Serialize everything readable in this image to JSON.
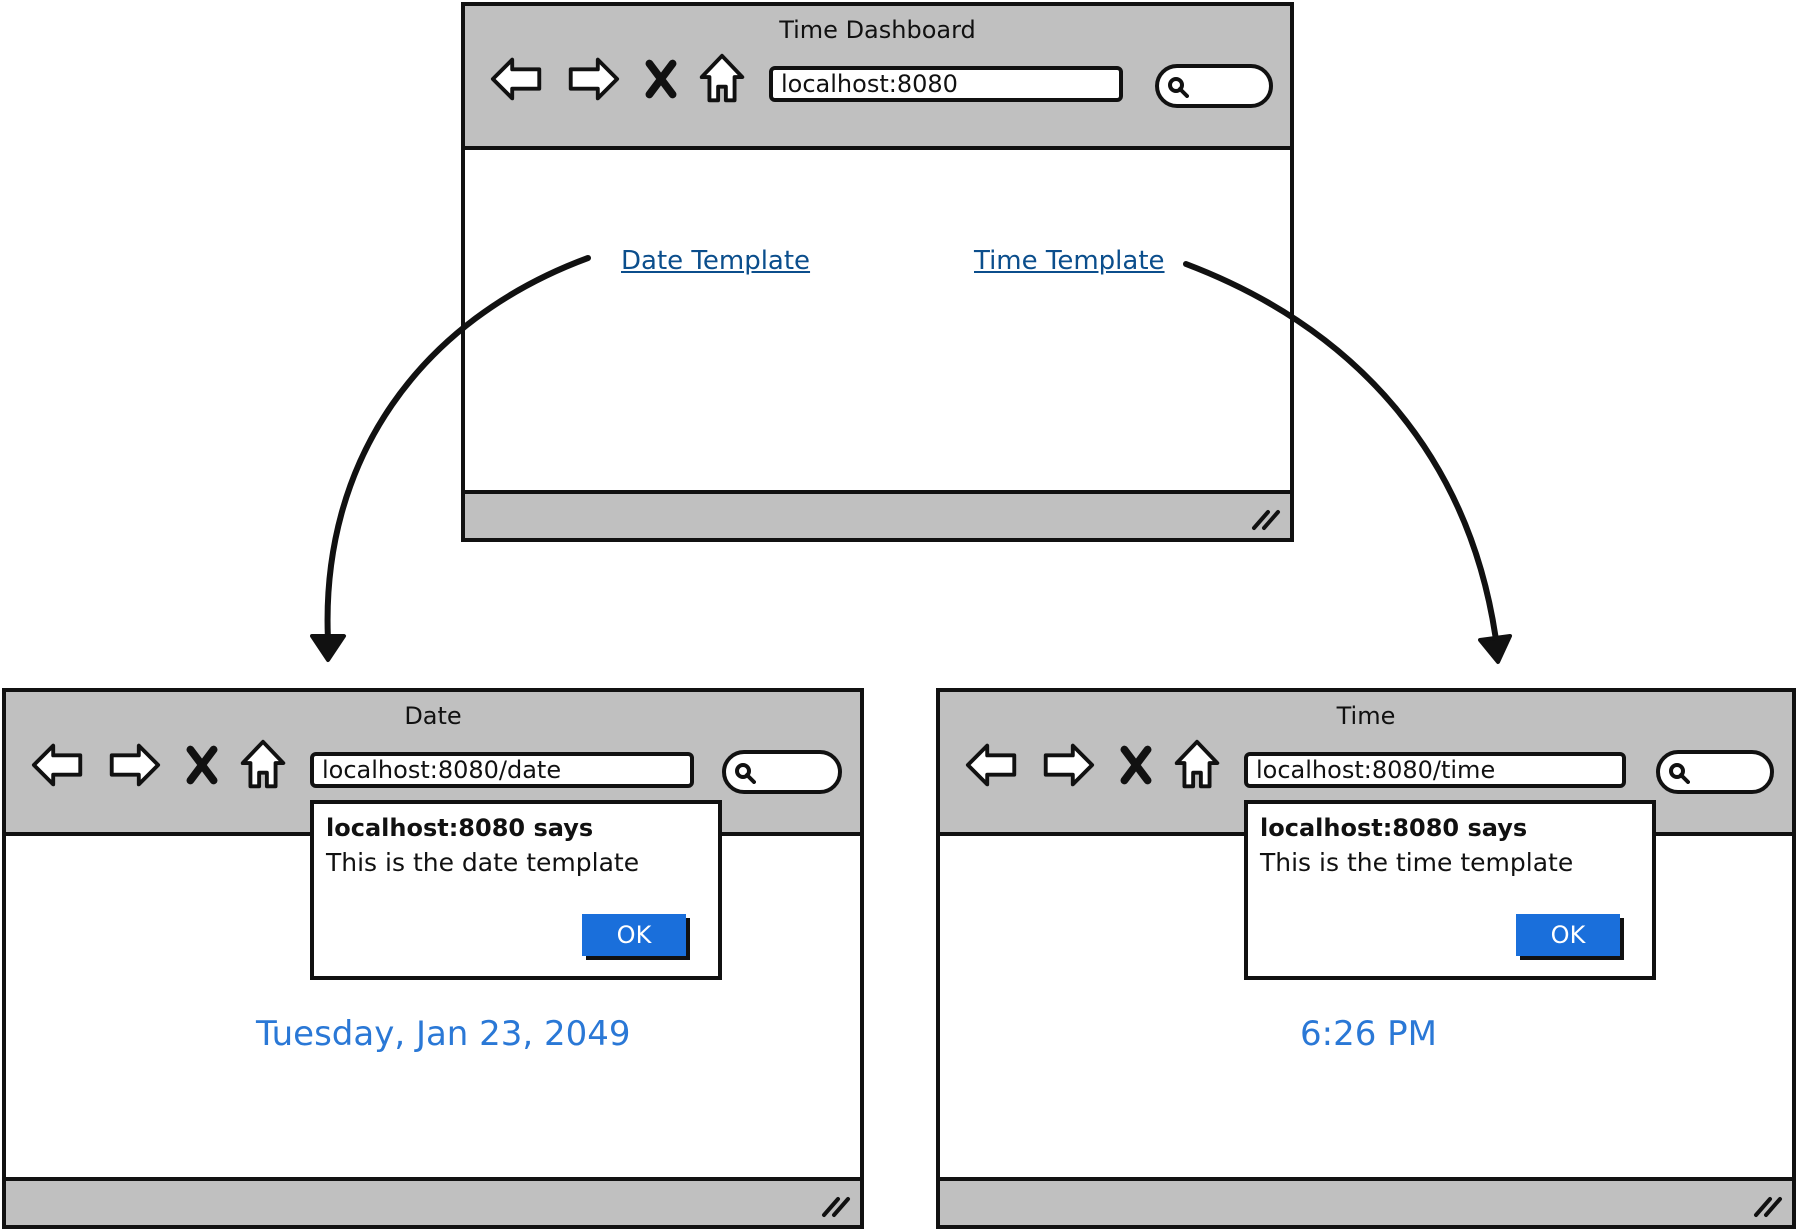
{
  "dashboard": {
    "title": "Time Dashboard",
    "url": "localhost:8080",
    "links": {
      "date": "Date Template",
      "time": "Time Template"
    }
  },
  "date_window": {
    "title": "Date",
    "url": "localhost:8080/date",
    "alert": {
      "title": "localhost:8080 says",
      "message": "This is the date template",
      "ok_label": "OK"
    },
    "value": "Tuesday, Jan 23, 2049"
  },
  "time_window": {
    "title": "Time",
    "url": "localhost:8080/time",
    "alert": {
      "title": "localhost:8080 says",
      "message": "This is the time template",
      "ok_label": "OK"
    },
    "value": "6:26 PM"
  },
  "icons": [
    "back-arrow-icon",
    "forward-arrow-icon",
    "close-icon",
    "home-icon",
    "search-icon",
    "resize-grip-icon"
  ],
  "colors": {
    "chrome": "#c0c0c0",
    "link": "#0b4e8c",
    "value": "#2a78d6",
    "button": "#1a6fdb"
  }
}
